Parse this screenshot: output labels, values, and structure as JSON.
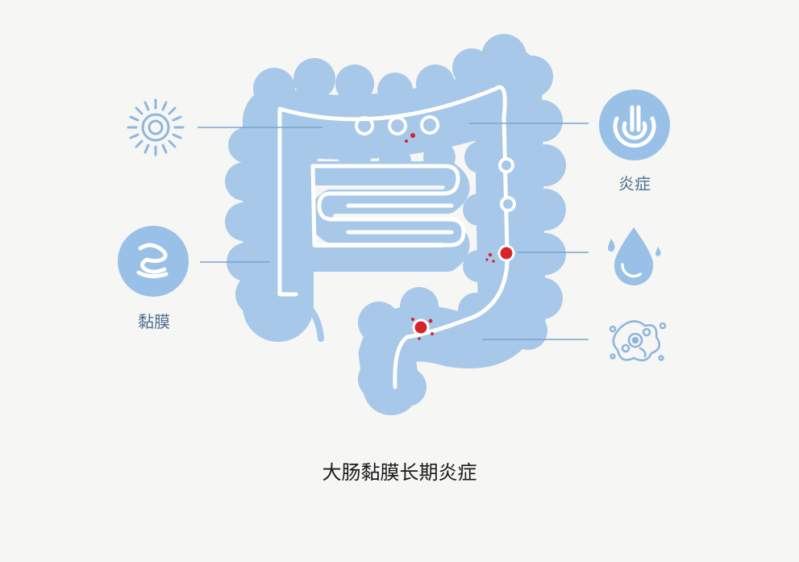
{
  "caption": "大肠黏膜长期炎症",
  "labels": {
    "mucosa": "黏膜",
    "inflammation": "炎症"
  },
  "icons": {
    "left_top": "sun-icon",
    "left_mid": "mucosa-icon",
    "right_top": "inflammation-icon",
    "right_mid": "water-drop-icon",
    "right_bottom": "microbe-icon"
  },
  "colors": {
    "background": "#f6f6f4",
    "intestine": "#a7c8e8",
    "icon_fill": "#99c0e6",
    "line": "#7aa3cc",
    "lesion": "#d9232b",
    "caption": "#1a1a1a"
  }
}
